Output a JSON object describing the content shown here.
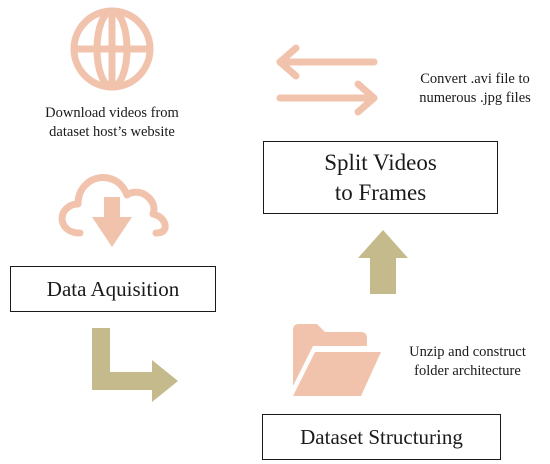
{
  "colors": {
    "icon_pink": "#f1c3ad",
    "arrow_olive": "#c4ba8c",
    "border": "#1a1a1a"
  },
  "icons": [
    "globe-icon",
    "cloud-download-icon",
    "swap-arrows-icon",
    "folder-open-icon",
    "up-arrow-icon",
    "elbow-arrow-icon"
  ],
  "steps": {
    "download_note": {
      "line1": "Download videos from",
      "line2": "dataset host’s website"
    },
    "acquisition_label": "Data Aquisition",
    "convert_note": {
      "line1": "Convert .avi file to",
      "line2": "numerous .jpg files"
    },
    "split_label": {
      "line1": "Split Videos",
      "line2": "to Frames"
    },
    "unzip_note": {
      "line1": "Unzip and construct",
      "line2": "folder architecture"
    },
    "structuring_label": "Dataset Structuring"
  }
}
